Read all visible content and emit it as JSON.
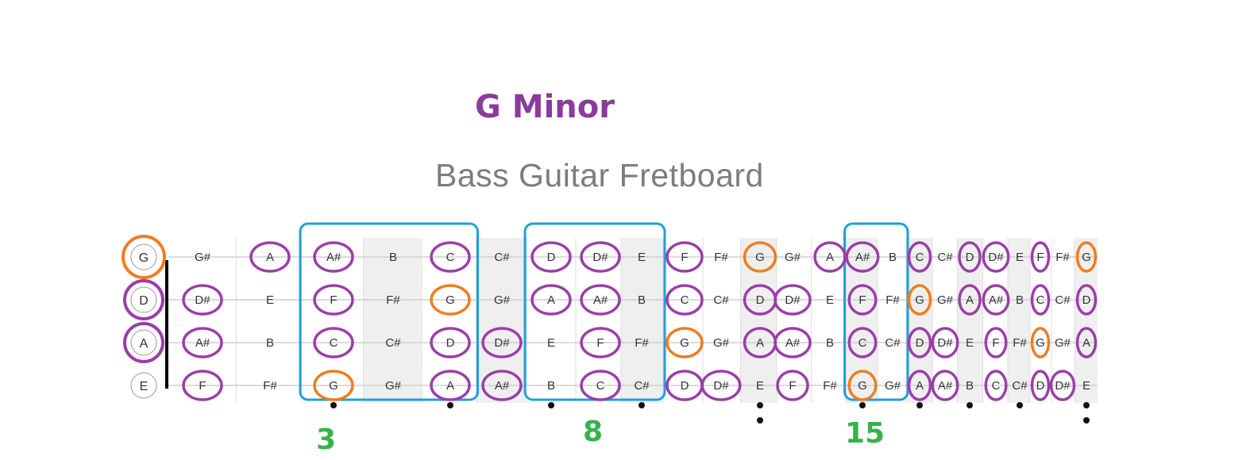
{
  "heading": "G Minor",
  "subtitle": "Bass Guitar Fretboard",
  "colors": {
    "scale_ring": "#9b3ea8",
    "root_ring": "#ef7d1e",
    "position_box": "#1ea1dc",
    "fret_number": "#36b24a",
    "shaded_fret": "#efefef"
  },
  "open_strings": [
    "G",
    "D",
    "A",
    "E"
  ],
  "strings": [
    {
      "name": "G",
      "frets": [
        "G#",
        "A",
        "A#",
        "B",
        "C",
        "C#",
        "D",
        "D#",
        "E",
        "F",
        "F#",
        "G",
        "G#",
        "A",
        "A#",
        "B",
        "C",
        "C#",
        "D",
        "D#",
        "E",
        "F",
        "F#",
        "G"
      ]
    },
    {
      "name": "D",
      "frets": [
        "D#",
        "E",
        "F",
        "F#",
        "G",
        "G#",
        "A",
        "A#",
        "B",
        "C",
        "C#",
        "D",
        "D#",
        "E",
        "F",
        "F#",
        "G",
        "G#",
        "A",
        "A#",
        "B",
        "C",
        "C#",
        "D"
      ]
    },
    {
      "name": "A",
      "frets": [
        "A#",
        "B",
        "C",
        "C#",
        "D",
        "D#",
        "E",
        "F",
        "F#",
        "G",
        "G#",
        "A",
        "A#",
        "B",
        "C",
        "C#",
        "D",
        "D#",
        "E",
        "F",
        "F#",
        "G",
        "G#",
        "A"
      ]
    },
    {
      "name": "E",
      "frets": [
        "F",
        "F#",
        "G",
        "G#",
        "A",
        "A#",
        "B",
        "C",
        "C#",
        "D",
        "D#",
        "E",
        "F",
        "F#",
        "G",
        "G#",
        "A",
        "A#",
        "B",
        "C",
        "C#",
        "D",
        "D#",
        "E"
      ]
    }
  ],
  "scale_notes": [
    "G",
    "A",
    "A#",
    "C",
    "D",
    "D#",
    "F"
  ],
  "root_note": "G",
  "position_boxes": [
    {
      "first_fret": 3,
      "last_fret": 5
    },
    {
      "first_fret": 7,
      "last_fret": 9
    },
    {
      "first_fret": 15,
      "last_fret": 16
    }
  ],
  "fret_markers": {
    "single": [
      3,
      5,
      7,
      9,
      15,
      17,
      19,
      21
    ],
    "double": [
      12,
      24
    ]
  },
  "fret_numbers": [
    {
      "label": "3",
      "fret": 3
    },
    {
      "label": "8",
      "fret": 8
    },
    {
      "label": "15",
      "fret": 15
    }
  ]
}
